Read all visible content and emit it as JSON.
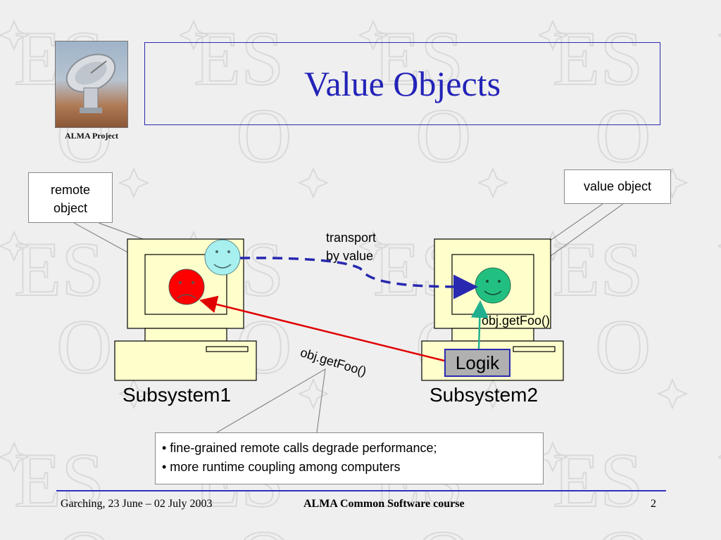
{
  "title": "Value Objects",
  "logo": {
    "caption": "ALMA Project",
    "icon": "telescope-antenna-icon"
  },
  "callouts": {
    "remote_object": [
      "remote",
      "object"
    ],
    "value_object": "value object",
    "bullets": [
      "• fine-grained remote calls degrade performance;",
      "• more runtime coupling among computers"
    ]
  },
  "labels": {
    "transport": [
      "transport",
      "by value"
    ],
    "getfoo_remote": "obj.getFoo()",
    "getfoo_local": "obj.getFoo()",
    "logik": "Logik",
    "subsystem1": "Subsystem1",
    "subsystem2": "Subsystem2"
  },
  "footer": {
    "left": "Garching, 23 June – 02 July 2003",
    "center": "ALMA Common Software course",
    "page": "2"
  },
  "colors": {
    "title": "#2323b8",
    "computer_fill": "#ffffcc",
    "sad_face": "#ff0000",
    "transported_face": "#a8f0f0",
    "value_face": "#22c080",
    "remote_call_arrow": "#e00000",
    "transport_arrow": "#2828b0",
    "local_call_arrow": "#20b090"
  }
}
